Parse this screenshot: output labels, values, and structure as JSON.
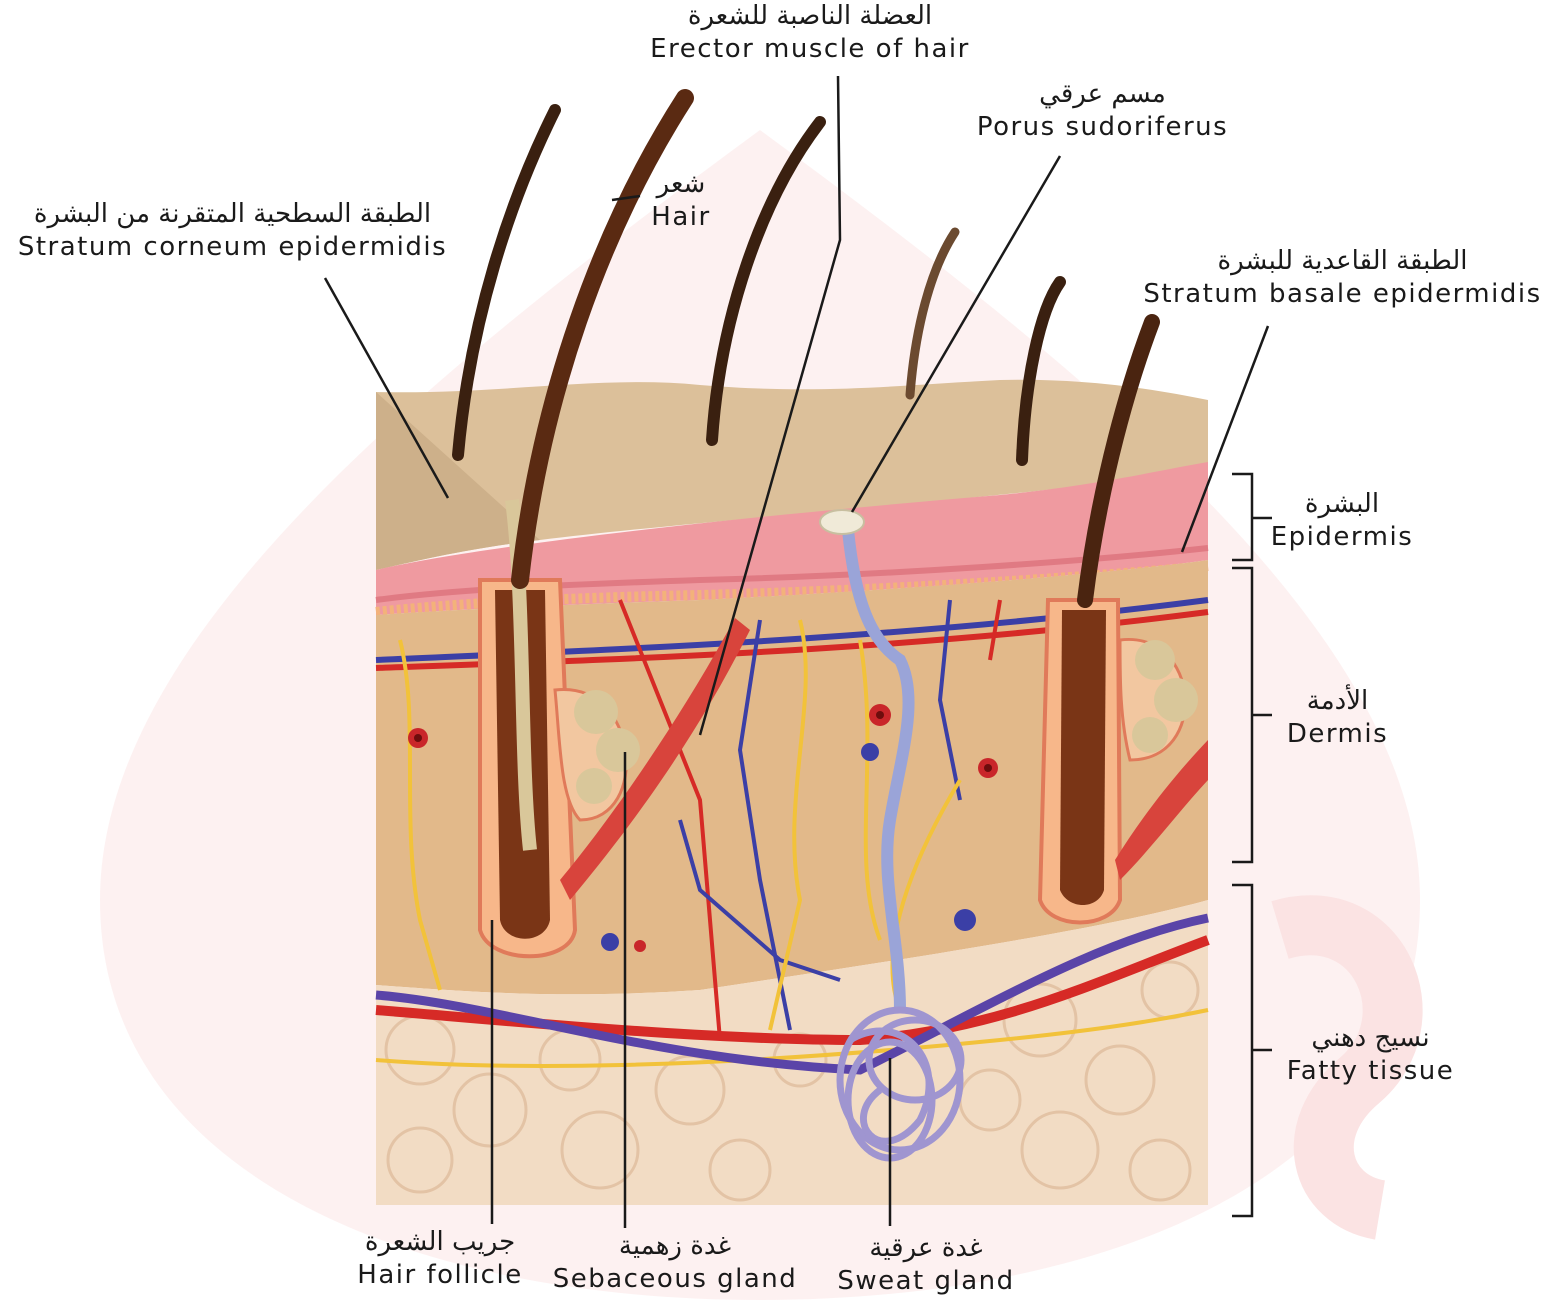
{
  "labels": {
    "erector_muscle": {
      "ar": "العضلة الناصبة للشعرة",
      "en": "Erector muscle of hair"
    },
    "porus": {
      "ar": "مسم عرقي",
      "en": "Porus sudoriferus"
    },
    "hair": {
      "ar": "شعر",
      "en": "Hair"
    },
    "stratum_corneum": {
      "ar": "الطبقة السطحية المتقرنة من البشرة",
      "en": "Stratum corneum epidermidis"
    },
    "stratum_basale": {
      "ar": "الطبقة القاعدية للبشرة",
      "en": "Stratum basale epidermidis"
    },
    "epidermis": {
      "ar": "البشرة",
      "en": "Epidermis"
    },
    "dermis": {
      "ar": "الأدمة",
      "en": "Dermis"
    },
    "fatty_tissue": {
      "ar": "نسيج دهني",
      "en": "Fatty tissue"
    },
    "hair_follicle": {
      "ar": "جريب الشعرة",
      "en": "Hair follicle"
    },
    "sebaceous_gland": {
      "ar": "غدة زهمية",
      "en": "Sebaceous gland"
    },
    "sweat_gland": {
      "ar": "غدة عرقية",
      "en": "Sweat gland"
    }
  },
  "colors": {
    "watermark": "#fbe6e6",
    "surface": "#dcc09a",
    "epidermis_pink": "#ef9aa0",
    "dermis": "#e2b98a",
    "fat": "#f2dcc4",
    "hair": "#3a2010",
    "follicle": "#7a3516",
    "muscle": "#d8443c",
    "artery": "#d62a26",
    "vein": "#3b3fa6",
    "nerve": "#f2c23a",
    "sweat_duct": "#9aa4d8",
    "gland": "#d9c79a"
  }
}
